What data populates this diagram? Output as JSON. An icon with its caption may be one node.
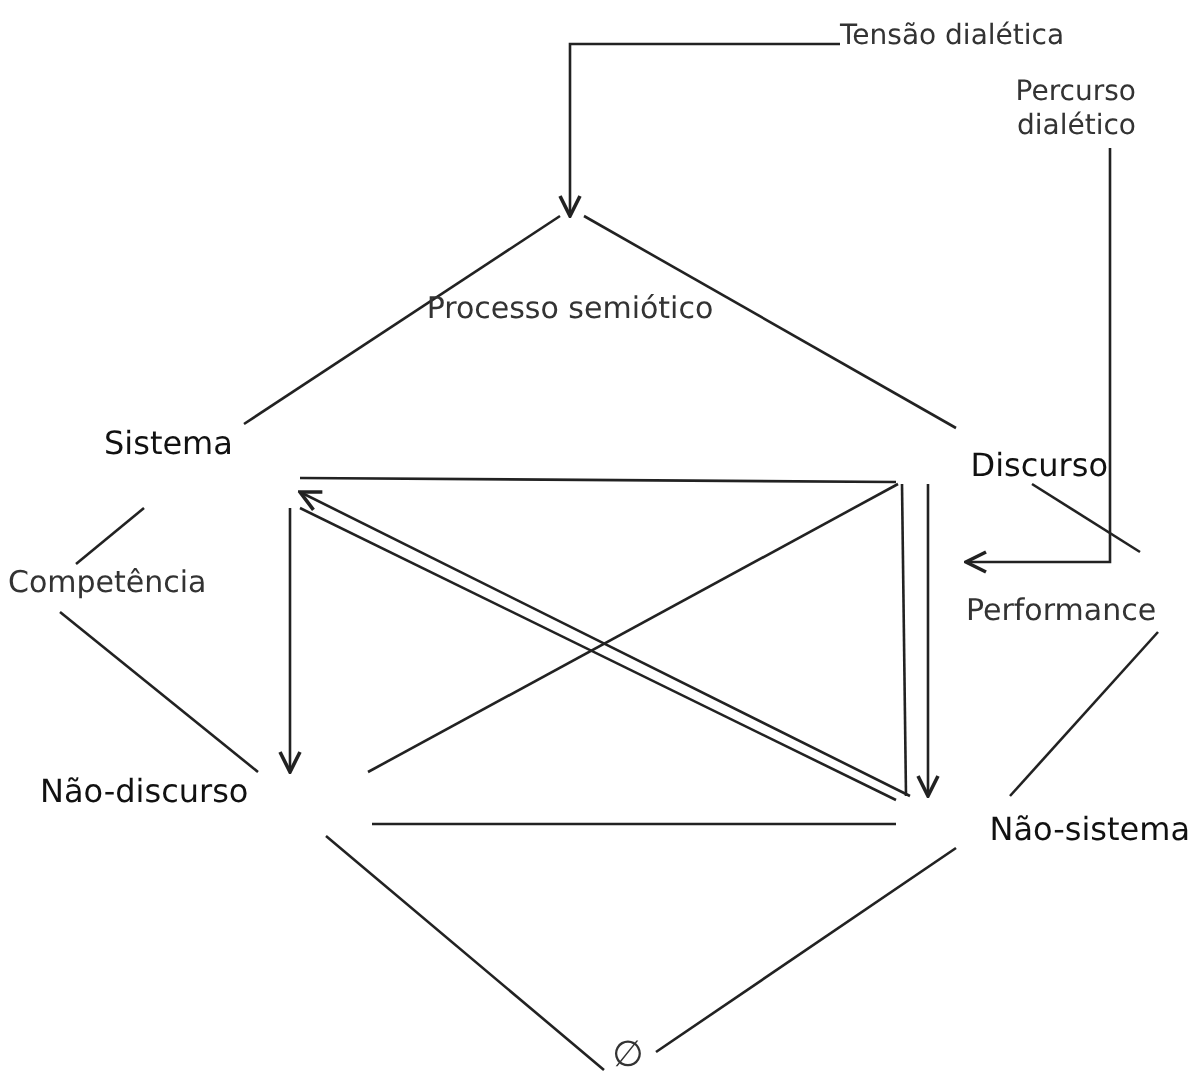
{
  "diagram": {
    "nodes": [
      {
        "text": [
          "Tensão dialética"
        ]
      },
      {
        "text": [
          "Percurso dialético"
        ]
      },
      {
        "text": [
          "Processo semiótico"
        ]
      },
      {
        "text": [
          "Sistema"
        ]
      },
      {
        "text": [
          "Discurso"
        ]
      },
      {
        "text": [
          "Competência"
        ]
      },
      {
        "text": [
          "Performance"
        ]
      },
      {
        "text": [
          "Não-discurso"
        ]
      },
      {
        "text": [
          "Não-sistema"
        ]
      },
      {
        "text": [
          "∅"
        ]
      }
    ],
    "edges": [
      {
        "from": 0,
        "to": 2,
        "arrow": "to"
      },
      {
        "from": 1,
        "to": 6,
        "arrow": "to"
      },
      {
        "from": 3,
        "to": 2,
        "arrow": "none"
      },
      {
        "from": 4,
        "to": 2,
        "arrow": "none"
      },
      {
        "from": 3,
        "to": 5,
        "arrow": "none"
      },
      {
        "from": 5,
        "to": 7,
        "arrow": "none"
      },
      {
        "from": 4,
        "to": 6,
        "arrow": "none"
      },
      {
        "from": 6,
        "to": 8,
        "arrow": "none"
      },
      {
        "from": 3,
        "to": 7,
        "arrow": "to"
      },
      {
        "from": 4,
        "to": 8,
        "arrow": "to"
      },
      {
        "from": 3,
        "to": 4,
        "arrow": "none"
      },
      {
        "from": 4,
        "to": 8,
        "arrow": "none"
      },
      {
        "from": 4,
        "to": 7,
        "arrow": "none"
      },
      {
        "from": 8,
        "to": 3,
        "arrow": "to"
      },
      {
        "from": 3,
        "to": 8,
        "arrow": "none"
      },
      {
        "from": 7,
        "to": 8,
        "arrow": "none"
      },
      {
        "from": 7,
        "to": 9,
        "arrow": "none"
      },
      {
        "from": 8,
        "to": 9,
        "arrow": "none"
      }
    ]
  }
}
